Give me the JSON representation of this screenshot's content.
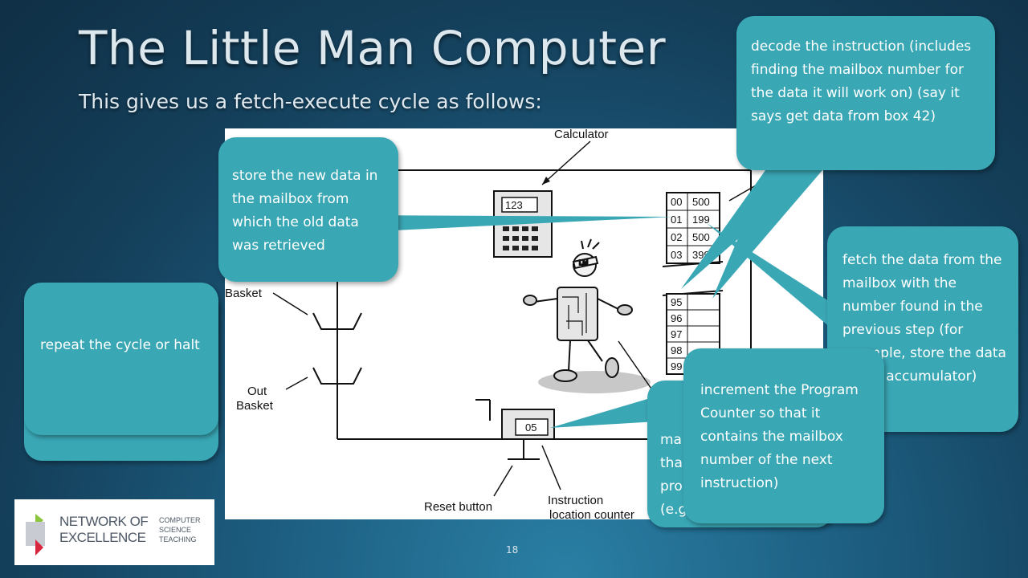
{
  "slide": {
    "title": "The Little Man Computer",
    "subtitle": "This gives us a fetch-execute cycle as follows:",
    "page_number": "18"
  },
  "diagram": {
    "labels": {
      "calculator": "Calculator",
      "in_basket_partial": "Basket",
      "out_basket_line1": "Out",
      "out_basket_line2": "Basket",
      "reset_button": "Reset button",
      "instruction_line1": "Instruction",
      "instruction_line2": "location counter",
      "calculator_display": "123",
      "counter_display": "05",
      "little_man_badge": "LM"
    },
    "mailboxes_top": [
      {
        "num": "00",
        "val": "500"
      },
      {
        "num": "01",
        "val": "199"
      },
      {
        "num": "02",
        "val": "500"
      },
      {
        "num": "03",
        "val": "399"
      }
    ],
    "mailboxes_bottom": [
      "95",
      "96",
      "97",
      "98",
      "99"
    ]
  },
  "callouts": {
    "decode": "decode the instruction (includes finding the mailbox number for the data it will work on) (say it says get data from box 42)",
    "store": "store the new data in the mailbox from which the old data was retrieved",
    "fetch_data": "fetch the data from the mailbox with the number found in the previous step (for example, store the data in the accumulator)",
    "repeat": "repeat the cycle or halt",
    "hidden_partial": "ma tha pro (e.g",
    "increment": "increment the Program Counter so that it contains the mailbox number of the next instruction)"
  },
  "logo": {
    "main": "NETWORK OF EXCELLENCE",
    "sub": "COMPUTER SCIENCE TEACHING",
    "colors": {
      "green": "#8cc63f",
      "red": "#d7263d",
      "grey": "#5a6470"
    }
  }
}
